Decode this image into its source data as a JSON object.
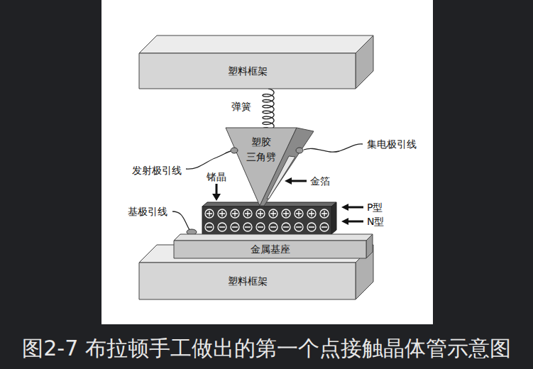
{
  "diagram": {
    "caption": "图2-7 布拉顿手工做出的第一个点接触晶体管示意图",
    "nodes": [
      {
        "text": [
          "塑料框架"
        ]
      },
      {
        "text": [
          "塑胶 三角劈"
        ]
      },
      {
        "text": [
          "金属基座"
        ]
      },
      {
        "text": [
          "塑料框架"
        ]
      }
    ],
    "edges": [
      {
        "from": 0,
        "to": 1,
        "arrow": "none",
        "label": "弹簧"
      }
    ],
    "labels": [
      "集电极引线",
      "发射极引线",
      "锗晶",
      "金箔",
      "P型",
      "基极引线",
      "N型"
    ]
  }
}
